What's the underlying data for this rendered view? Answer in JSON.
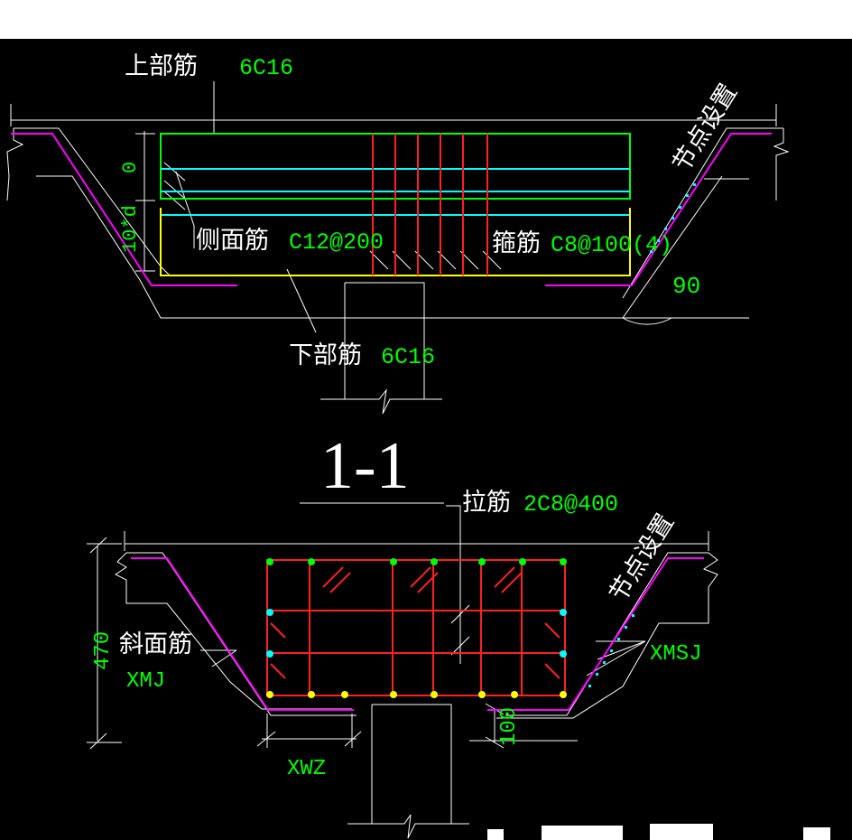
{
  "colors": {
    "background": "#000000",
    "outline": "#ffffff",
    "rebar_main": "#00ff00",
    "rebar_side": "#00ffff",
    "rebar_bottom": "#ffff00",
    "stirrup": "#ff2020",
    "slope_bar": "#ff00ff",
    "label_green": "#00ff00",
    "label_white": "#ffffff"
  },
  "section_1_1": {
    "top_bar_label": "上部筋",
    "top_bar_value": "6C16",
    "side_bar_label": "侧面筋",
    "side_bar_value": "C12@200",
    "stirrup_label": "箍筋",
    "stirrup_value": "C8@100(4)",
    "bottom_bar_label": "下部筋",
    "bottom_bar_value": "6C16",
    "dim_zero": "0",
    "dim_10d": "10*d",
    "angle_90": "90",
    "node_note": "节点设置",
    "title": "1-1"
  },
  "section_2": {
    "tie_bar_label": "拉筋",
    "tie_bar_value": "2C8@400",
    "node_note": "节点设置",
    "slope_bar_label": "斜面筋",
    "xmj": "XMJ",
    "xmsj": "XMSJ",
    "xwz": "XWZ",
    "dim_470": "470",
    "dim_100": "100"
  }
}
